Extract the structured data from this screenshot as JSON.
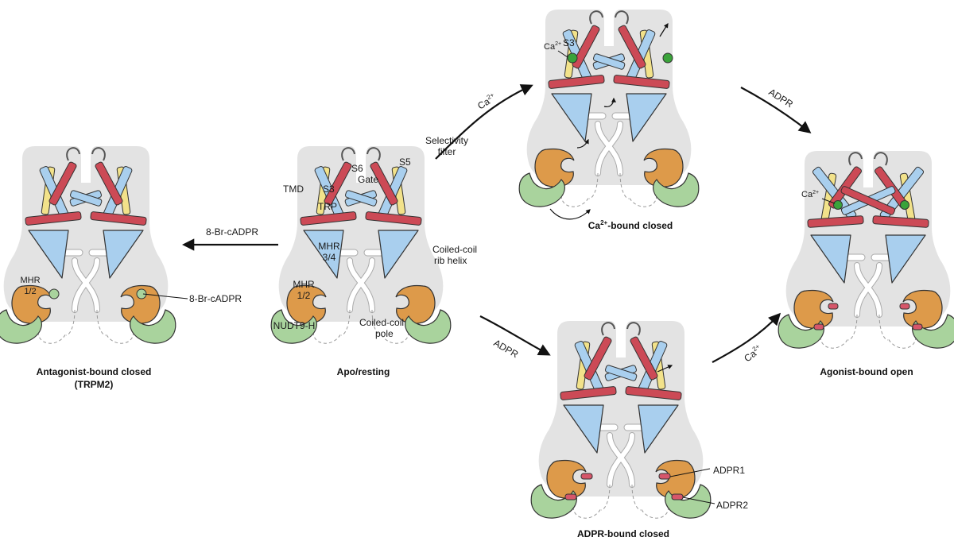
{
  "colors": {
    "membrane_shadow": "#e3e3e3",
    "helix_red": "#cc4a56",
    "helix_blue": "#a9cfee",
    "helix_yellow": "#f2e28a",
    "mhr34_blue": "#a9cfee",
    "mhr12_orange": "#dd9a4a",
    "nudt9h_green": "#a9d39d",
    "ligand_pink": "#d6566a",
    "calcium_green": "#3aa33a",
    "outline": "#333333"
  },
  "states": {
    "antagonist": {
      "title_line1": "Antagonist-bound closed",
      "title_line2": "(TRPM2)"
    },
    "apo": {
      "title": "Apo/resting"
    },
    "ca_bound": {
      "title_prefix": "Ca",
      "title_sup": "2+",
      "title_suffix": "-bound closed"
    },
    "adpr_bound": {
      "title": "ADPR-bound closed"
    },
    "agonist": {
      "title": "Agonist-bound open"
    }
  },
  "labels": {
    "tmd": "TMD",
    "s3": "S3",
    "s6": "S6",
    "gate": "Gate",
    "s5": "S5",
    "trp": "TRP",
    "selectivity_line1": "Selectivity",
    "selectivity_line2": "filter",
    "mhr34_line1": "MHR",
    "mhr34_line2": "3/4",
    "mhr12_line1": "MHR",
    "mhr12_line2": "1/2",
    "coiled_rib_line1": "Coiled-coil",
    "coiled_rib_line2": "rib helix",
    "coiled_pole_line1": "Coiled-coil",
    "coiled_pole_line2": "pole",
    "nudt9h": "NUDT9-H",
    "antag_mhr_line1": "MHR",
    "antag_mhr_line2": "1/2",
    "antag_ligand": "8-Br-cADPR",
    "ca_s3": "S3",
    "ca_ion": "Ca",
    "ca_ion_sup": "2+",
    "adpr1": "ADPR1",
    "adpr2": "ADPR2",
    "agonist_ca": "Ca",
    "agonist_ca_sup": "2+"
  },
  "arrows": {
    "apo_to_antagonist": "8-Br-cADPR",
    "apo_to_ca": "Ca",
    "apo_to_ca_sup": "2+",
    "apo_to_adpr": "ADPR",
    "ca_to_agonist": "ADPR",
    "adpr_to_agonist": "Ca",
    "adpr_to_agonist_sup": "2+"
  }
}
